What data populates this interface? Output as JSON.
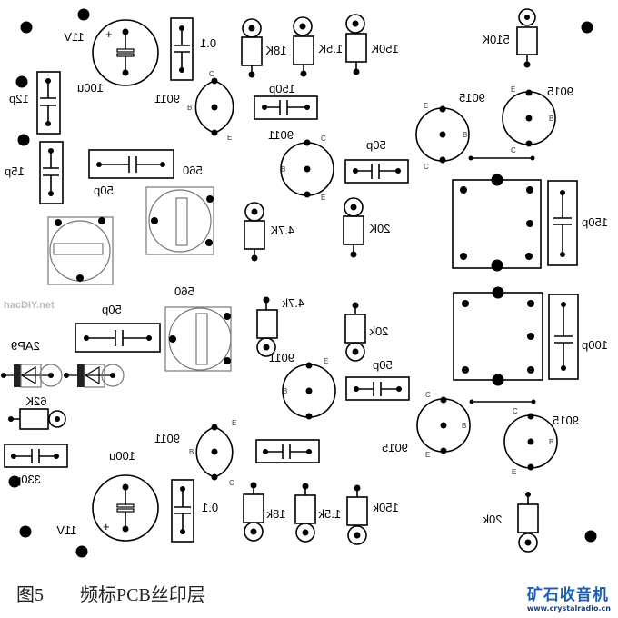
{
  "figure": {
    "caption_number": "图5",
    "caption_text": "频标PCB丝印层",
    "watermark": "hacDIY.net",
    "logo_text": "矿石收音机",
    "logo_url": "www.crystalradio.cn"
  },
  "labels": {
    "v11_top": "11V",
    "c100u_top": "100u",
    "c01_top": "0.1",
    "c12p": "12p",
    "c15p": "15p",
    "c50p_a": "50p",
    "r560_a": "560",
    "q9011_a": "9011",
    "r18k_top": "18K",
    "r15k_top": "1.5K",
    "r150k_top": "150K",
    "c150p_mid": "150p",
    "q9011_b": "9011",
    "c50p_b": "50p",
    "r510k": "510K",
    "q9015_a": "9015",
    "q9015_b": "9015",
    "c150p_right": "150p",
    "r47k_a": "4.7K",
    "r20k_a": "20K",
    "r560_b": "560",
    "c50p_c": "50p",
    "d2ap9": "2AP9",
    "r62k": "62K",
    "r47k_b": "4.7k",
    "r20k_b": "20k",
    "q9011_c": "9011",
    "c50p_d": "50p",
    "c100p_right": "100p",
    "q9015_c": "9015",
    "q9015_d": "9015",
    "c330p": "330p",
    "q9011_d": "9011",
    "c100u_bot": "100u",
    "c01_bot": "0.1",
    "r18k_bot": "18k",
    "r15k_bot": "1.5k",
    "r150k_bot": "150k",
    "r20k_bot": "20k",
    "v11_bot": "11V",
    "plus": "+",
    "pin_c": "C",
    "pin_b": "B",
    "pin_e": "E"
  }
}
